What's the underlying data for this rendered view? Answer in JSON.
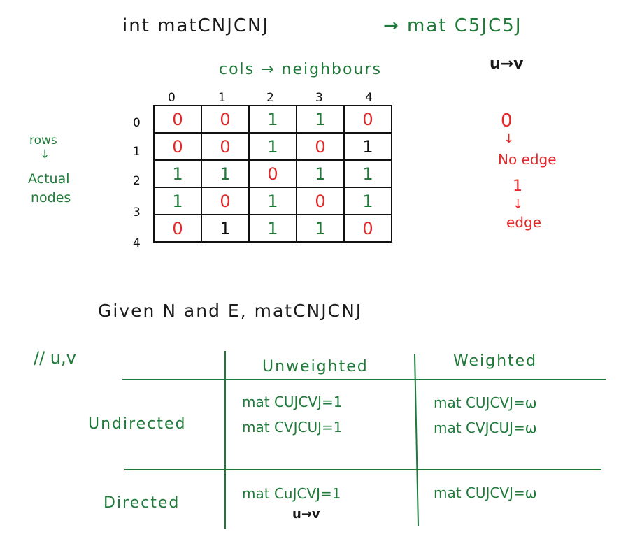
{
  "heading": {
    "decl": "int matCNJCNJ",
    "arrow_example": "→ mat C5JC5J",
    "uv": "u→v"
  },
  "cols_label": "cols → neighbours",
  "rows_label": {
    "line1": "rows",
    "arrow": "↓",
    "line2": "Actual",
    "line3": "nodes"
  },
  "matrix": {
    "col_headers": [
      "0",
      "1",
      "2",
      "3",
      "4"
    ],
    "row_headers": [
      "0",
      "1",
      "2",
      "3",
      "4"
    ],
    "rows": [
      [
        "0",
        "0",
        "1",
        "1",
        "0"
      ],
      [
        "0",
        "0",
        "1",
        "0",
        "1"
      ],
      [
        "1",
        "1",
        "0",
        "1",
        "1"
      ],
      [
        "1",
        "0",
        "1",
        "0",
        "1"
      ],
      [
        "0",
        "1",
        "1",
        "1",
        "0"
      ]
    ],
    "colors": [
      [
        "red",
        "red",
        "green",
        "green",
        "red"
      ],
      [
        "red",
        "red",
        "green",
        "red",
        "black"
      ],
      [
        "green",
        "green",
        "red",
        "green",
        "green"
      ],
      [
        "green",
        "red",
        "green",
        "red",
        "green"
      ],
      [
        "red",
        "black",
        "green",
        "green",
        "red"
      ]
    ]
  },
  "legend": {
    "zero": "0",
    "no_edge": "No edge",
    "one": "1",
    "edge": "edge"
  },
  "given": "Given  N  and  E,  matCNJCNJ",
  "comment": "// u,v",
  "table": {
    "col_unweighted": "Unweighted",
    "col_weighted": "Weighted",
    "row_undirected": "Undirected",
    "row_directed": "Directed",
    "undir_unw_1": "mat CUJCVJ=1",
    "undir_unw_2": "mat CVJCUJ=1",
    "undir_w_1": "mat CUJCVJ=ω",
    "undir_w_2": "mat CVJCUJ=ω",
    "dir_unw": "mat CuJCVJ=1",
    "dir_unw_note": "u→v",
    "dir_w": "mat CUJCVJ=ω"
  },
  "colors": {
    "black": "#111111",
    "green": "#1f7a3a",
    "red": "#e4282a"
  }
}
